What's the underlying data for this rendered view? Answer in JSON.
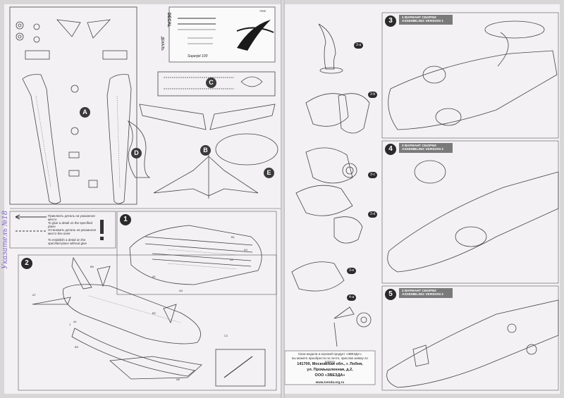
{
  "left_page": {
    "sprue_letters": [
      "A",
      "B",
      "C",
      "D",
      "E"
    ],
    "decal": {
      "side_label": "DECAL",
      "side_label_ru": "ДЕКАЛЬ",
      "model_name": "Superjet 100",
      "code": "7009"
    },
    "legend": {
      "glue_ru": "Приклеить деталь на указанное место",
      "glue_en": "To glue a detail on the specified place",
      "noglue_ru": "Установить деталь на указанное место без клея",
      "noglue_en": "To establish a detail on the specified place without glue"
    },
    "step1": {
      "number": "1",
      "parts": [
        "B1",
        "A1",
        "A3",
        "A4",
        "A2"
      ]
    },
    "step2": {
      "number": "2",
      "parts": [
        "B5",
        "A7",
        "A1",
        "B2",
        "B3",
        "C2",
        "A8",
        "1"
      ]
    },
    "handwritten_note": "Указатель №18"
  },
  "right_page": {
    "step3": {
      "number": "3",
      "title_ru": "1 ВАРИАНТ СБОРКИ",
      "title_en": "ASSEMBLING VERSION 1"
    },
    "step4": {
      "number": "4",
      "title_ru": "2 ВАРИАНТ СБОРКИ",
      "title_en": "ASSEMBLING VERSION 2"
    },
    "step5": {
      "number": "5",
      "title_ru": "2 ВАРИАНТ СБОРКИ",
      "title_en": "ASSEMBLING VERSION 2"
    },
    "sub_steps": [
      "3-a",
      "3-b",
      "3-c",
      "3-d",
      "3-e",
      "4-a"
    ],
    "publisher": {
      "line1": "Свои модели и игровой продукт «ЗВЕЗДА»",
      "line2": "вы можете приобрести по почте, прислав заявку по адресу",
      "zip_city": "141700, Московская обл., г. Лобня,",
      "street": "ул. Промышленная, д.2,",
      "company": "ООО «ЗВЕЗДА»",
      "url": "www.zvezda.org.ru"
    }
  }
}
